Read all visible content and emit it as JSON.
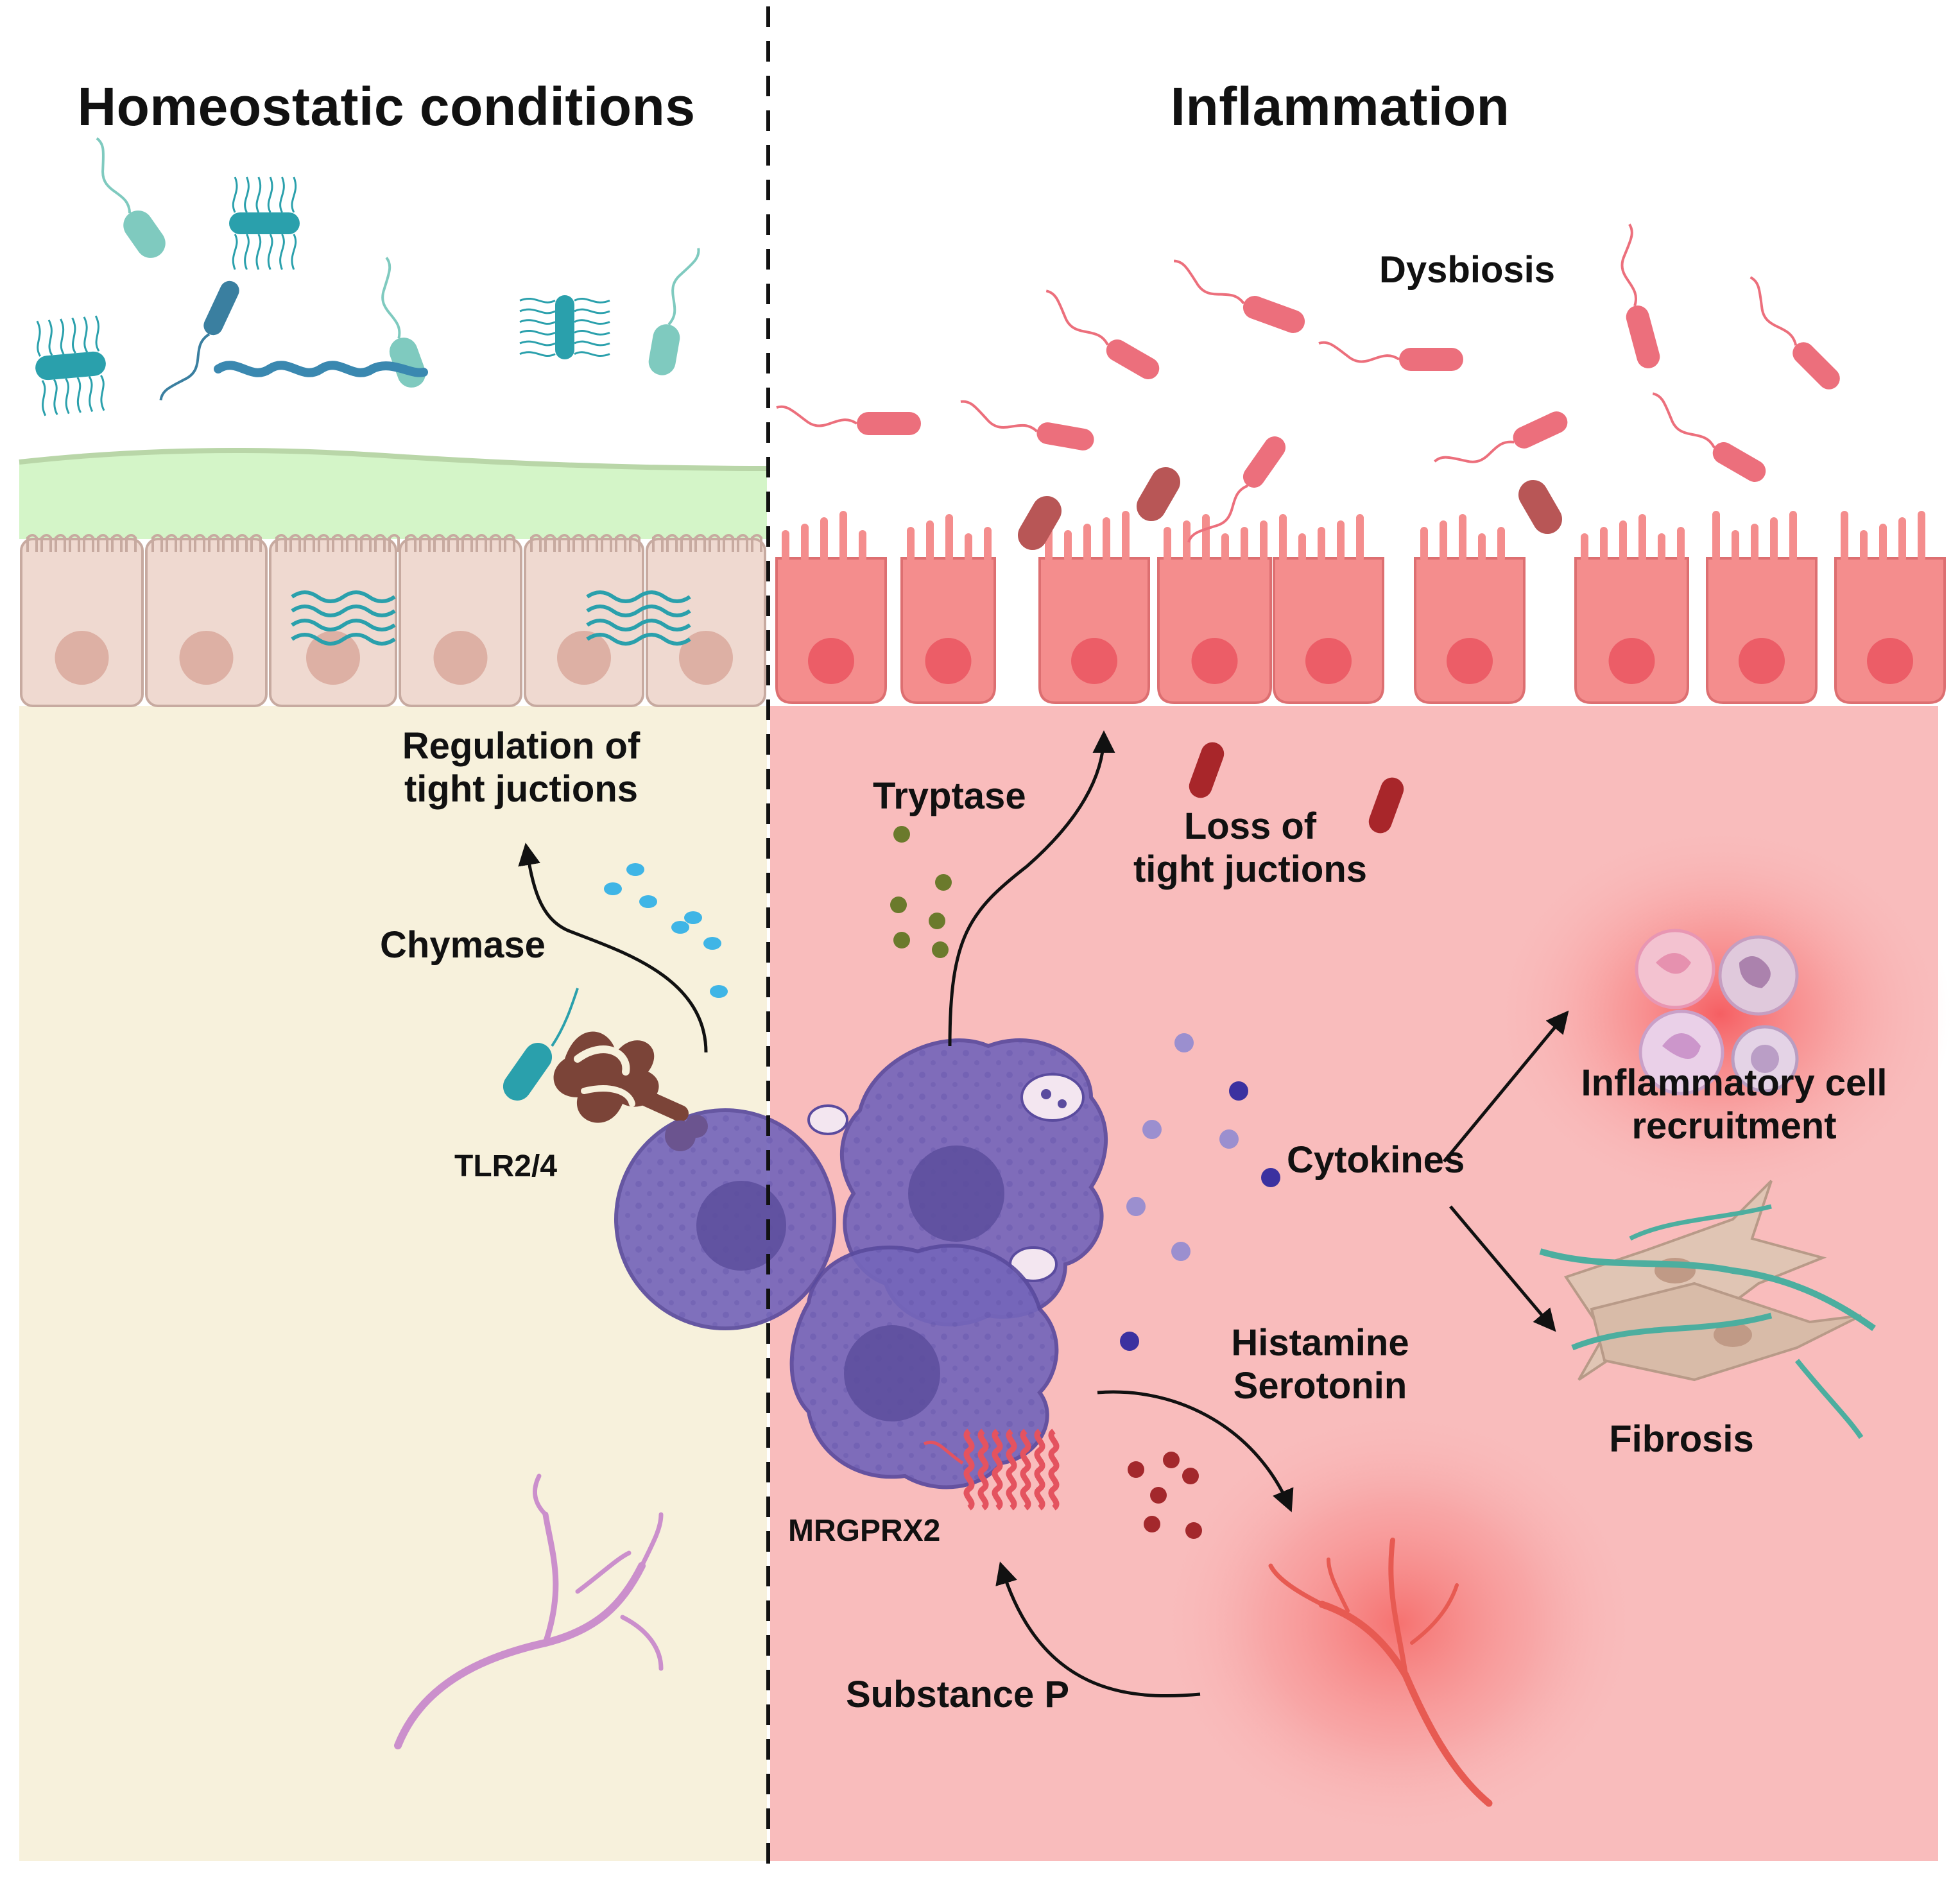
{
  "panels": {
    "left": {
      "title": "Homeostatic conditions",
      "labels": {
        "regulation_line1": "Regulation of",
        "regulation_line2": "tight juctions",
        "chymase": "Chymase",
        "tlr": "TLR2/4"
      }
    },
    "right": {
      "title": "Inflammation",
      "labels": {
        "dysbiosis": "Dysbiosis",
        "tryptase": "Tryptase",
        "loss_line1": "Loss of",
        "loss_line2": "tight juctions",
        "cytokines": "Cytokines",
        "recruitment_line1": "Inflammatory cell",
        "recruitment_line2": "recruitment",
        "fibrosis": "Fibrosis",
        "histamine": "Histamine",
        "serotonin": "Serotonin",
        "mrgprx2": "MRGPRX2",
        "substance_p": "Substance P"
      }
    }
  },
  "colors": {
    "left_tissue": "#f7f1dc",
    "mucus": "#d4f5c8",
    "left_cell": "#efd9d0",
    "left_nucleus": "#ddb0a4",
    "commensal_bacteria": "#2aa0ac",
    "right_tissue": "#f9bcbc",
    "right_cell": "#f48d8d",
    "right_nucleus": "#ec5d67",
    "dysbiotic_bacteria": "#ec6f7c",
    "mast_cell": "#7566ba",
    "chymase_granules": "#3fb5e6",
    "tryptase_granules": "#6b7a2c",
    "histamine_granules": "#a3282c",
    "cytokine_granules": "#5d52b4",
    "receptor": "#e4535f",
    "tlr": "#7b4438",
    "nerve_left": "#cb8fcc",
    "nerve_right": "#e75a52",
    "divider": "#111111"
  }
}
